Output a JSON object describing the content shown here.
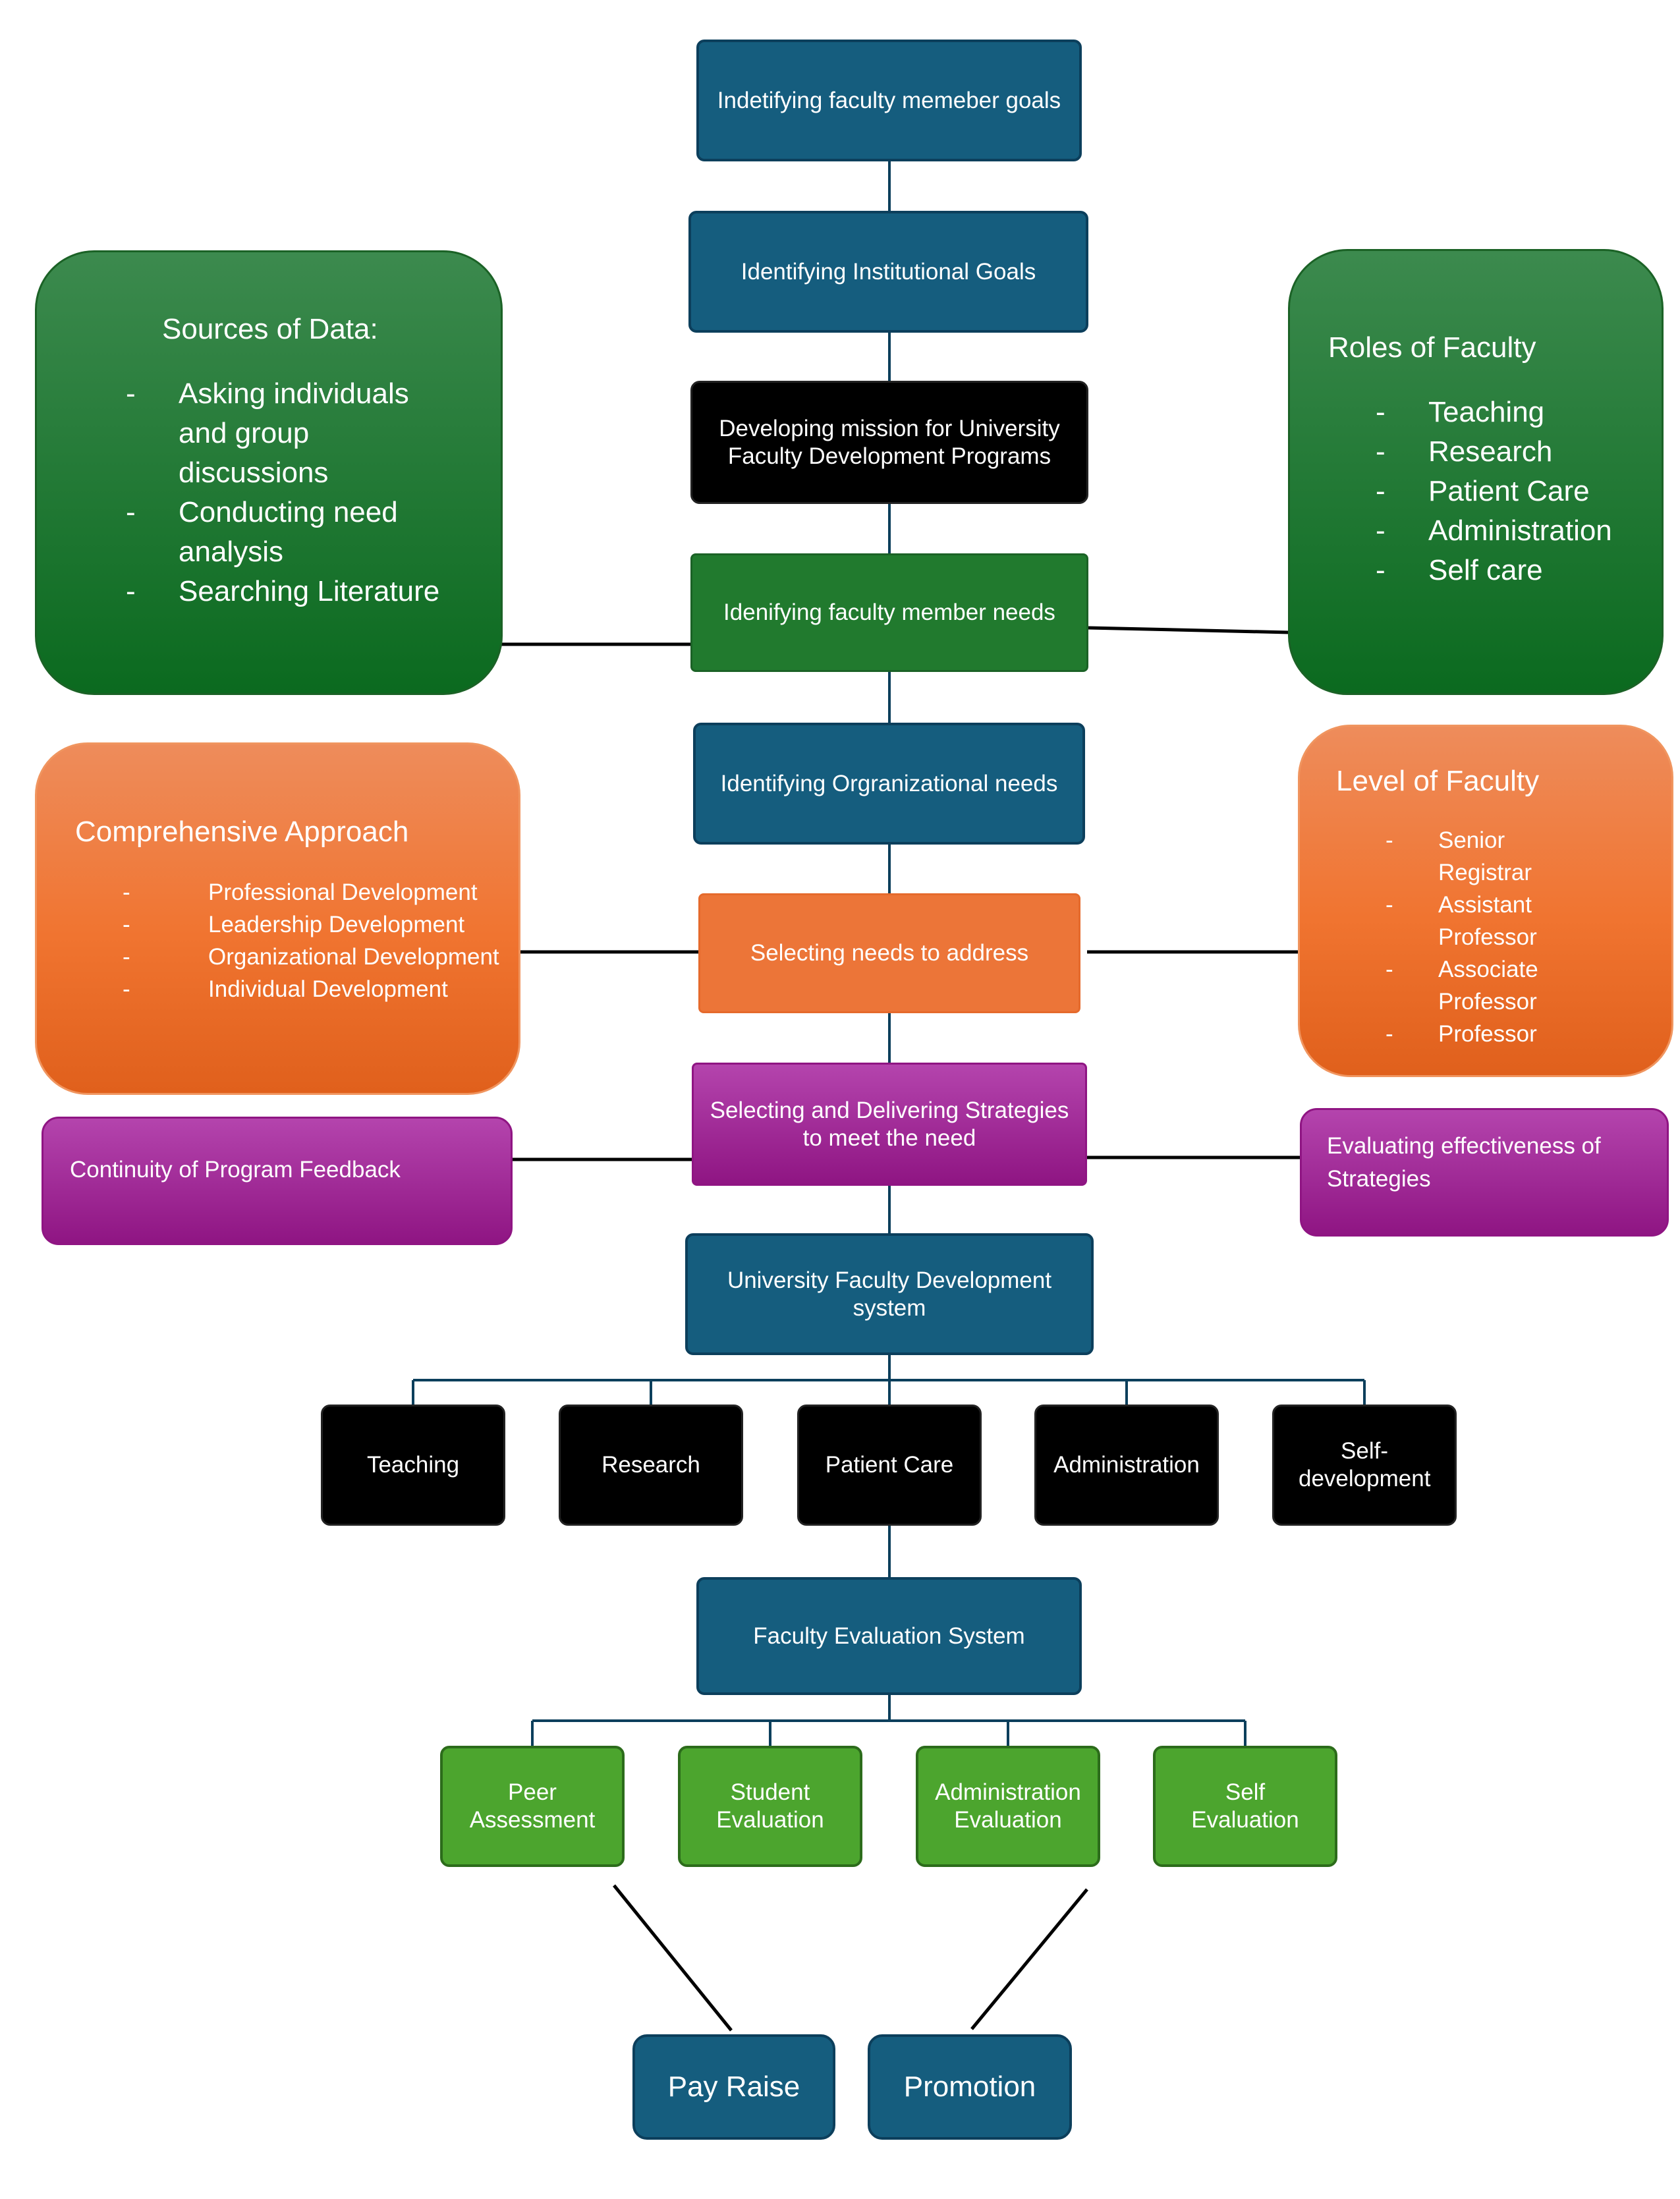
{
  "flow": {
    "goals": "Indetifying faculty memeber goals",
    "institutional": "Identifying Institutional Goals",
    "mission": "Developing mission for University Faculty Development Programs",
    "member_needs": "Idenifying faculty member needs",
    "org_needs": "Identifying Orgranizational needs",
    "selecting_needs": "Selecting needs to address",
    "strategies": "Selecting and Delivering Strategies to meet the need",
    "system": "University Faculty Development system",
    "evaluation_system": "Faculty Evaluation System"
  },
  "development_areas": [
    "Teaching",
    "Research",
    "Patient Care",
    "Administration",
    "Self-development"
  ],
  "evaluations": [
    "Peer Assessment",
    "Student Evaluation",
    "Administration Evaluation",
    "Self Evaluation"
  ],
  "outcomes": [
    "Pay Raise",
    "Promotion"
  ],
  "sources_of_data": {
    "title": "Sources of Data:",
    "items": [
      "Asking individuals and group discussions",
      "Conducting need analysis",
      "Searching Literature"
    ]
  },
  "roles_of_faculty": {
    "title": "Roles of Faculty",
    "items": [
      "Teaching",
      "Research",
      "Patient Care",
      "Administration",
      "Self care"
    ]
  },
  "comprehensive_approach": {
    "title": "Comprehensive Approach",
    "items": [
      "Professional Development",
      "Leadership Development",
      "Organizational Development",
      "Individual Development"
    ]
  },
  "level_of_faculty": {
    "title": "Level of Faculty",
    "items": [
      "Senior Registrar",
      "Assistant Professor",
      "Associate Professor",
      "Professor"
    ]
  },
  "continuity": "Continuity of Program Feedback",
  "evaluating": "Evaluating effectiveness of Strategies",
  "bullet": "-",
  "colors": {
    "blue": "#155d7e",
    "black": "#000000",
    "green": "#217a2e",
    "orange": "#ec7538",
    "purple": "#a02c98",
    "light_green": "#4ca52e",
    "connector": "#0c3f5c"
  }
}
